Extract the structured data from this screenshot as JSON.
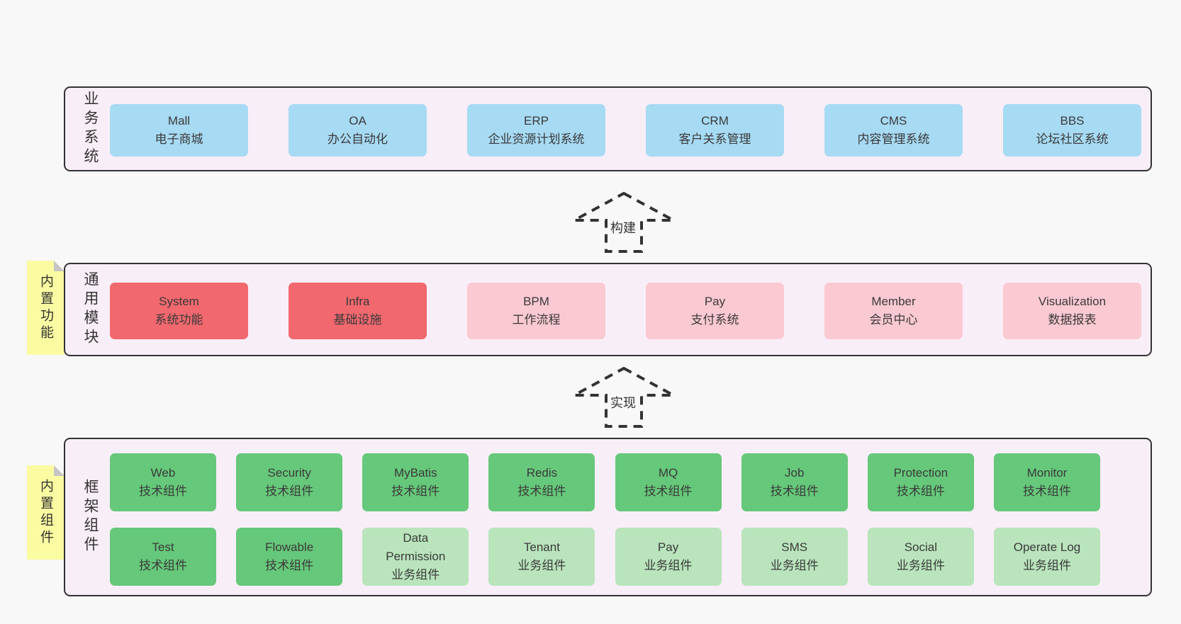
{
  "bands": [
    {
      "label": "业务系统",
      "boxes": [
        {
          "en": "Mall",
          "zh": "电子商城"
        },
        {
          "en": "OA",
          "zh": "办公自动化"
        },
        {
          "en": "ERP",
          "zh": "企业资源计划系统"
        },
        {
          "en": "CRM",
          "zh": "客户关系管理"
        },
        {
          "en": "CMS",
          "zh": "内容管理系统"
        },
        {
          "en": "BBS",
          "zh": "论坛社区系统"
        }
      ]
    },
    {
      "label": "通用模块",
      "note": "内置功能",
      "boxes": [
        {
          "en": "System",
          "zh": "系统功能"
        },
        {
          "en": "Infra",
          "zh": "基础设施"
        },
        {
          "en": "BPM",
          "zh": "工作流程"
        },
        {
          "en": "Pay",
          "zh": "支付系统"
        },
        {
          "en": "Member",
          "zh": "会员中心"
        },
        {
          "en": "Visualization",
          "zh": "数据报表"
        }
      ]
    },
    {
      "label": "框架组件",
      "note": "内置组件",
      "rows": [
        [
          {
            "en": "Web",
            "zh": "技术组件"
          },
          {
            "en": "Security",
            "zh": "技术组件"
          },
          {
            "en": "MyBatis",
            "zh": "技术组件"
          },
          {
            "en": "Redis",
            "zh": "技术组件"
          },
          {
            "en": "MQ",
            "zh": "技术组件"
          },
          {
            "en": "Job",
            "zh": "技术组件"
          },
          {
            "en": "Protection",
            "zh": "技术组件"
          },
          {
            "en": "Monitor",
            "zh": "技术组件"
          }
        ],
        [
          {
            "en": "Test",
            "zh": "技术组件"
          },
          {
            "en": "Flowable",
            "zh": "技术组件"
          },
          {
            "en": "Data Permission",
            "zh": "业务组件"
          },
          {
            "en": "Tenant",
            "zh": "业务组件"
          },
          {
            "en": "Pay",
            "zh": "业务组件"
          },
          {
            "en": "SMS",
            "zh": "业务组件"
          },
          {
            "en": "Social",
            "zh": "业务组件"
          },
          {
            "en": "Operate Log",
            "zh": "业务组件"
          }
        ]
      ]
    }
  ],
  "arrows": [
    {
      "label": "构建"
    },
    {
      "label": "实现"
    }
  ],
  "colors": {
    "page_bg": "#f8f8f8",
    "band_bg": "#f8eef7",
    "band_border": "#333333",
    "blue_box": "#a7daf3",
    "red_box": "#f1686e",
    "pink_box": "#fbc9d2",
    "green_box": "#66c87a",
    "light_green_box": "#b9e4bc",
    "note_yellow": "#fbfba1",
    "note_fold_gray": "#c5c5c5",
    "text": "#3a3a3a"
  }
}
